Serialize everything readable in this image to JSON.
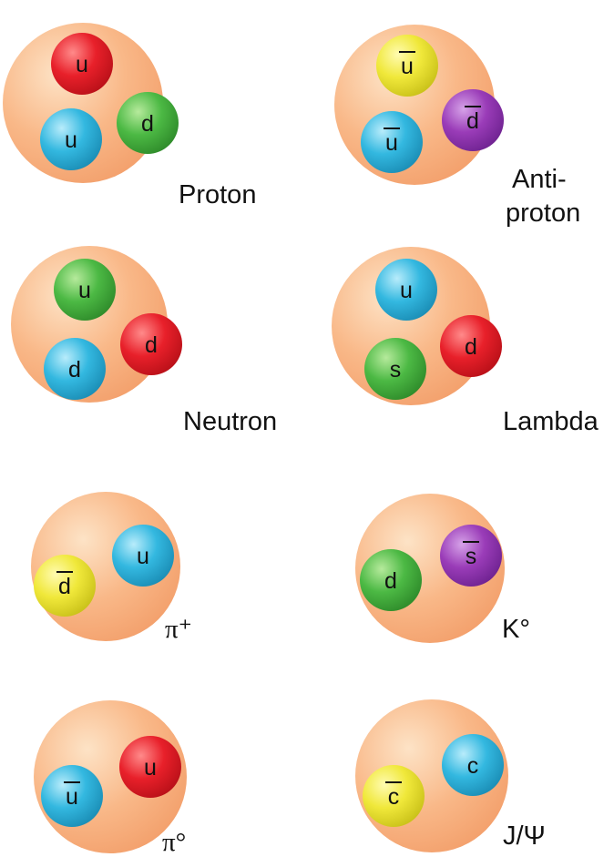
{
  "hadrons": [
    {
      "label_lines": [
        "Proton"
      ],
      "quarks": [
        {
          "flavor": "u",
          "anti": false,
          "color": "red"
        },
        {
          "flavor": "u",
          "anti": false,
          "color": "blue"
        },
        {
          "flavor": "d",
          "anti": false,
          "color": "green"
        }
      ]
    },
    {
      "label_lines": [
        "Anti-",
        "proton"
      ],
      "quarks": [
        {
          "flavor": "u",
          "anti": true,
          "color": "yellow"
        },
        {
          "flavor": "u",
          "anti": true,
          "color": "blue"
        },
        {
          "flavor": "d",
          "anti": true,
          "color": "purple"
        }
      ]
    },
    {
      "label_lines": [
        "Neutron"
      ],
      "quarks": [
        {
          "flavor": "u",
          "anti": false,
          "color": "green"
        },
        {
          "flavor": "d",
          "anti": false,
          "color": "blue"
        },
        {
          "flavor": "d",
          "anti": false,
          "color": "red"
        }
      ]
    },
    {
      "label_lines": [
        "Lambda"
      ],
      "quarks": [
        {
          "flavor": "u",
          "anti": false,
          "color": "blue"
        },
        {
          "flavor": "s",
          "anti": false,
          "color": "green"
        },
        {
          "flavor": "d",
          "anti": false,
          "color": "red"
        }
      ]
    },
    {
      "label_lines": [
        "π⁺"
      ],
      "quarks": [
        {
          "flavor": "u",
          "anti": false,
          "color": "blue"
        },
        {
          "flavor": "d",
          "anti": true,
          "color": "yellow"
        }
      ]
    },
    {
      "label_lines": [
        "K°"
      ],
      "quarks": [
        {
          "flavor": "s",
          "anti": true,
          "color": "purple"
        },
        {
          "flavor": "d",
          "anti": false,
          "color": "green"
        }
      ]
    },
    {
      "label_lines": [
        "π°"
      ],
      "quarks": [
        {
          "flavor": "u",
          "anti": true,
          "color": "blue"
        },
        {
          "flavor": "u",
          "anti": false,
          "color": "red"
        }
      ]
    },
    {
      "label_lines": [
        "J/Ψ"
      ],
      "quarks": [
        {
          "flavor": "c",
          "anti": false,
          "color": "blue"
        },
        {
          "flavor": "c",
          "anti": true,
          "color": "yellow"
        }
      ]
    }
  ],
  "colors": {
    "hadron_light": "#fde3c6",
    "hadron_mid": "#f9b888",
    "hadron_dark": "#f3a06c",
    "red": [
      "#ff8a8a",
      "#e8202a",
      "#b81018"
    ],
    "blue": [
      "#b8ecfb",
      "#33b8e0",
      "#1a8cb4"
    ],
    "green": [
      "#b6ea9c",
      "#4cb944",
      "#2e8a2a"
    ],
    "yellow": [
      "#fffbb0",
      "#f0e83a",
      "#c8c018"
    ],
    "purple": [
      "#d6a2e8",
      "#9a3cb8",
      "#6e2290"
    ]
  }
}
